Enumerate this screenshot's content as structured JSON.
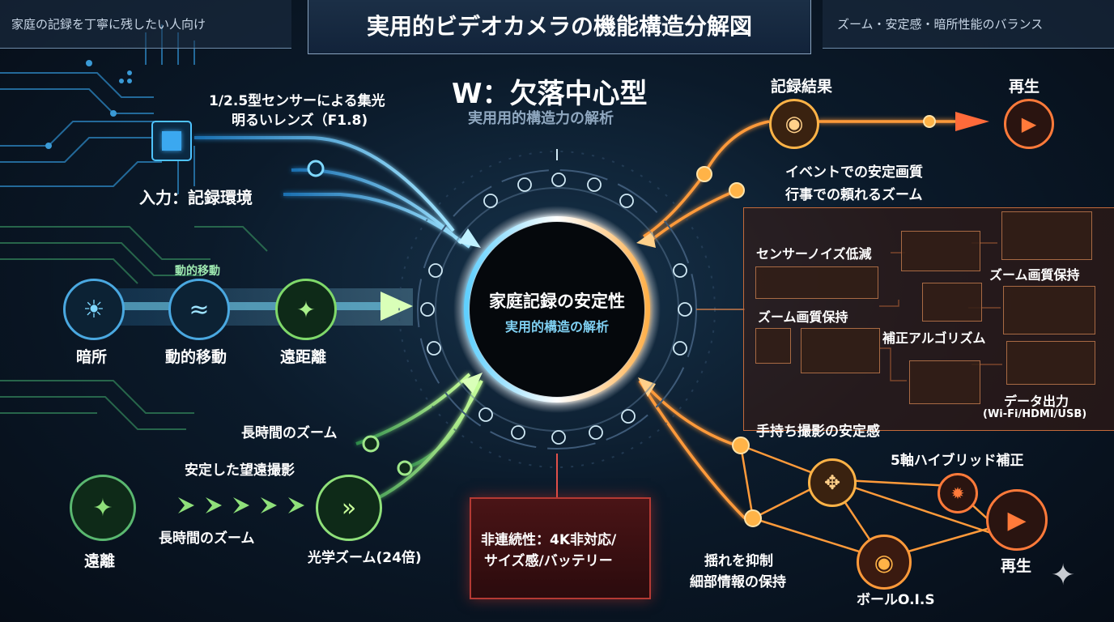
{
  "header": {
    "left": "家庭の記録を丁寧に残したい人向け",
    "title": "実用的ビデオカメラの機能構造分解図",
    "right": "ズーム・安定感・暗所性能のバランス"
  },
  "subtitle": {
    "main": "W：欠落中心型",
    "sub": "実用用的構造力の解析"
  },
  "center": {
    "title": "家庭記録の安定性",
    "sub": "実用的構造の解析"
  },
  "left": {
    "sensor_line1": "1/2.5型センサーによる集光",
    "sensor_line2": "明るいレンズ（F1.8)",
    "input_label": "入力：記録環境",
    "dynamic_small": "動的移動",
    "node_dark": "暗所",
    "node_motion": "動的移動",
    "node_far": "遠距離",
    "long_zoom": "長時間のズーム",
    "stable_tele": "安定した望遠撮影",
    "node_far2": "遠離",
    "long_zoom2": "長時間のズーム",
    "optical_zoom": "光学ズーム(24倍)"
  },
  "right": {
    "record_result": "記録結果",
    "play_top": "再生",
    "event_quality": "イベントでの安定画質",
    "event_zoom": "行事での頼れるズーム",
    "noise_reduce": "センサーノイズ低減",
    "zoom_quality1": "ズーム画質保持",
    "zoom_quality2": "ズーム画質保持",
    "correction_algo": "補正アルゴリズム",
    "data_out": "データ出力",
    "data_out_sub": "(Wi-Fi/HDMI/USB)",
    "handheld": "手持ち撮影の安定感",
    "hybrid5": "5軸ハイブリッド補正",
    "play_bottom": "再生",
    "shake_line1": "揺れを抑制",
    "shake_line2": "細部情報の保持",
    "ball_ois": "ボールO.I.S"
  },
  "bottom": {
    "weak_line1": "非連続性：4K非対応/",
    "weak_line2": "サイズ感/バッテリー"
  },
  "colors": {
    "blue": "#3fb8ff",
    "green": "#7fe06a",
    "orange": "#ff9a3a",
    "red": "#e8553a"
  }
}
